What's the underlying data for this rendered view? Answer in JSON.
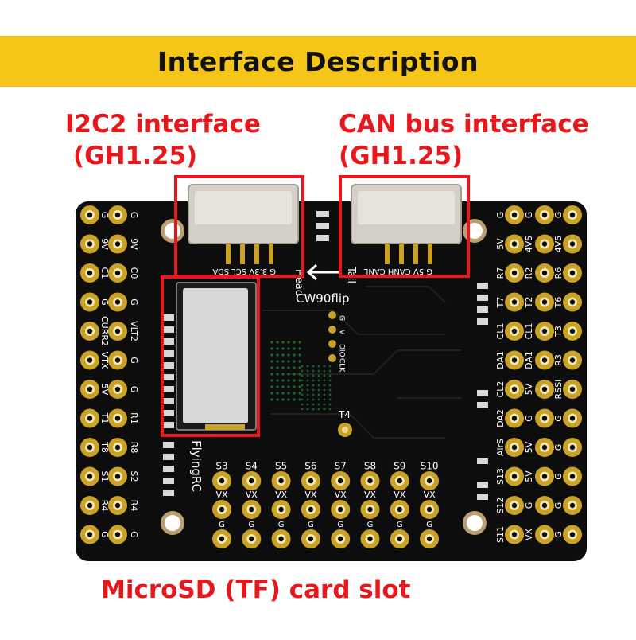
{
  "header": {
    "title": "Interface Description"
  },
  "callouts": {
    "i2c2": {
      "line1": "I2C2 interface",
      "line2": "(GH1.25)"
    },
    "can": {
      "line1": "CAN bus interface",
      "line2": "(GH1.25)"
    },
    "sd": {
      "label": "MicroSD (TF) card slot"
    }
  },
  "board": {
    "model": "CW90flip",
    "brand": "FlyingRC",
    "head_label": "Head",
    "tail_label": "Tail",
    "t4_label": "T4",
    "swd_labels": [
      "G",
      "V",
      "DIO",
      "CLK"
    ],
    "left_outer_labels": [
      "G",
      "9V",
      "C1",
      "G",
      "CURR2",
      "VTX",
      "5V",
      "T1",
      "T8",
      "S1",
      "R4",
      "G"
    ],
    "left_inner_labels": [
      "G",
      "9V",
      "C0",
      "G",
      "VLT2",
      "G",
      "G",
      "R1",
      "R8",
      "S2",
      "R4",
      "G"
    ],
    "right_inner_labels": [
      "G",
      "5V",
      "R7",
      "T7",
      "CL1",
      "DA1",
      "CL2",
      "DA2",
      "AirS",
      "S13",
      "S12",
      "S11"
    ],
    "right_mid_labels": [
      "G",
      "4V5",
      "R2",
      "T2",
      "CL1",
      "DA1",
      "5V",
      "G",
      "5V",
      "5V",
      "G",
      "VX"
    ],
    "right_outer_labels": [
      "G",
      "4V5",
      "R6",
      "T6",
      "T3",
      "R3",
      "RSSI",
      "G",
      "G",
      "G",
      "G",
      "G"
    ],
    "bottom_headers": [
      "S3",
      "S4",
      "S5",
      "S6",
      "S7",
      "S8",
      "S9",
      "S10"
    ],
    "bottom_vx": "VX",
    "bottom_g": "G",
    "i2c_pins": [
      "G",
      "3.3V",
      "SCL",
      "SDA"
    ],
    "can_pins": [
      "G",
      "5V",
      "CANH",
      "CANL"
    ]
  },
  "colors": {
    "banner": "#f5c518",
    "callout": "#e8171b",
    "pcb": "#0d0d0d",
    "gold": "#c9a227",
    "silk": "#ffffff"
  }
}
